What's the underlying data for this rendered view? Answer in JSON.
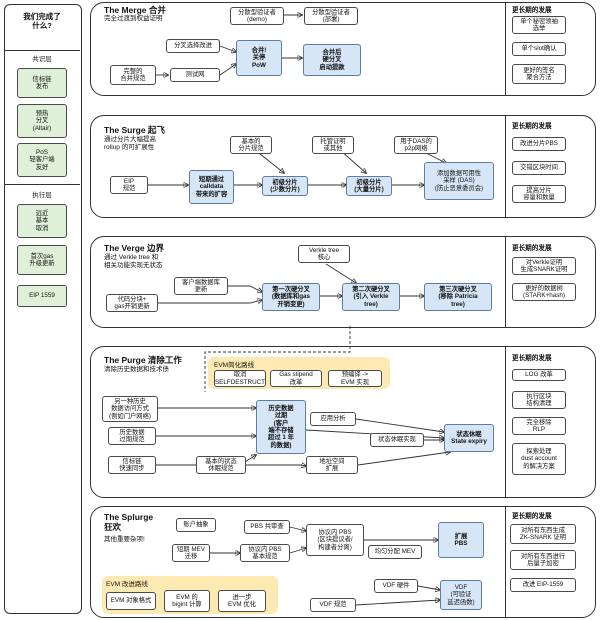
{
  "left": {
    "title": "我们完成了\n什么?",
    "consensus_label": "共识层",
    "consensus_items": [
      "信标链\n发布",
      "预热\n分叉\n(Altair)",
      "PoS\n轻客户端\n友好"
    ],
    "execution_label": "执行层",
    "execution_items": [
      "远近\n基本\n取消",
      "首次gas\n升级更新",
      "EIP 1559"
    ]
  },
  "merge": {
    "title": "The Merge  合并",
    "subtitle": "完全过渡到权益证明",
    "boxes": {
      "merge_spec": "完整的\n合并规范",
      "testnet": "测试网",
      "fork_choice": "分叉选择改进",
      "merge": "合并!\n关停\nPoW",
      "post_merge": "合并后\n硬分叉\n启动提款",
      "dist_demo": "分散型验证者\n(demo)",
      "dist_deploy": "分散型验证者\n(部署)"
    },
    "right_title": "更长期的发展",
    "right_items": [
      "单个秘密领袖\n选举",
      "单个slot确认",
      "更好的签名\n聚合方法"
    ]
  },
  "surge": {
    "title": "The Surge  起飞",
    "subtitle": "通过分片大幅提高\nrollup 的可扩展性",
    "boxes": {
      "eip": "EIP\n规范",
      "calldata": "短期通过\ncalldata\n带来的扩容",
      "basic_spec": "基本的\n分片规范",
      "few_shards": "初级分片\n(少数分片)",
      "custody": "托管证明\n或其他",
      "many_shards": "初级分片\n(大量分片)",
      "das_p2p": "用于DAS的\np2p网络",
      "das_adopt": "添加数据可用性\n采样 (DAS)\n(防止恶意委员会)"
    },
    "right_title": "更长期的发展",
    "right_items": [
      "改进分片PBS",
      "交错区块时间",
      "提高分片\n容量和数量"
    ]
  },
  "verge": {
    "title": "The Verge  边界",
    "subtitle": "通过 Verkle tree 和\n相关功能实现无状态",
    "boxes": {
      "client_db": "客户端数据库\n更新",
      "code_chunk": "代码分块+\ngas开销更新",
      "first_hf": "第一次硬分叉\n(数据库和gas\n开销变更)",
      "verkle_core": "Verkle tree\n核心",
      "second_hf": "第二次硬分叉\n(引入 Verkle\ntree)",
      "third_hf": "第三次硬分叉\n(移除 Patricia\ntree)"
    },
    "right_title": "更长期的发展",
    "right_items": [
      "对Verkle证明\n生成SNARK证明",
      "更好的数据树\n(STARK+hash)"
    ]
  },
  "purge": {
    "title": "The Purge  清除工作",
    "subtitle": "清除历史数据和技术债",
    "evm_band_label": "EVM简化路线",
    "evm_items": [
      "取消\nSELFDESTRUCT",
      "Gas stipend\n改革",
      "预编译 ->\nEVM 实现"
    ],
    "boxes": {
      "alt_history": "另一种历史\n数据访问方式\n(例如门户网络)",
      "history_spec": "历史数据\n过期规范",
      "beacon_sync": "信标链\n快速同步",
      "history_expiry": "历史数据\n过期\n(客户\n端不存储\n超过 1 年\n的数据)",
      "state_expiry_spec": "基本的状态\n休眠规范",
      "app_analysis": "应用分析",
      "state_impl": "状态休眠实现",
      "address_space": "地址空间\n扩展",
      "state_expiry": "状态休眠\nState expiry"
    },
    "right_title": "更长期的发展",
    "right_items": [
      "LOG 改革",
      "执行区块\n结构清理",
      "完全移除\nRLP",
      "探索处理\ndust account\n的解决方案"
    ]
  },
  "splurge": {
    "title": "The Splurge\n狂欢",
    "subtitle": "其他重要杂项!",
    "evm_band_label": "EVM 改进路线",
    "evm_items": [
      "EVM 对象格式",
      "EVM 的\nbigint 计算",
      "进一步\nEVM 优化"
    ],
    "boxes": {
      "account_abstraction": "账户抽象",
      "short_mev": "短期 MEV\n迁移",
      "pbs_review": "PBS 共审查",
      "pbs_spec": "协议内 PBS\n基本规范",
      "in_protocol_pbs": "协议内 PBS\n(区块提议者/\n构建者分离)",
      "extend_pbs": "扩展\nPBS",
      "mev_smooth": "均匀分配 MEV",
      "vdf_hw": "VDF 硬件",
      "vdf_spec": "VDF 规范",
      "vdf": "VDF\n(可验证\n延迟函数)"
    },
    "right_title": "更长期的发展",
    "right_items": [
      "对所有东西生成\nZK-SNARK 证明",
      "对所有东西进行\n后量子加密",
      "改进 EIP-1559"
    ]
  }
}
